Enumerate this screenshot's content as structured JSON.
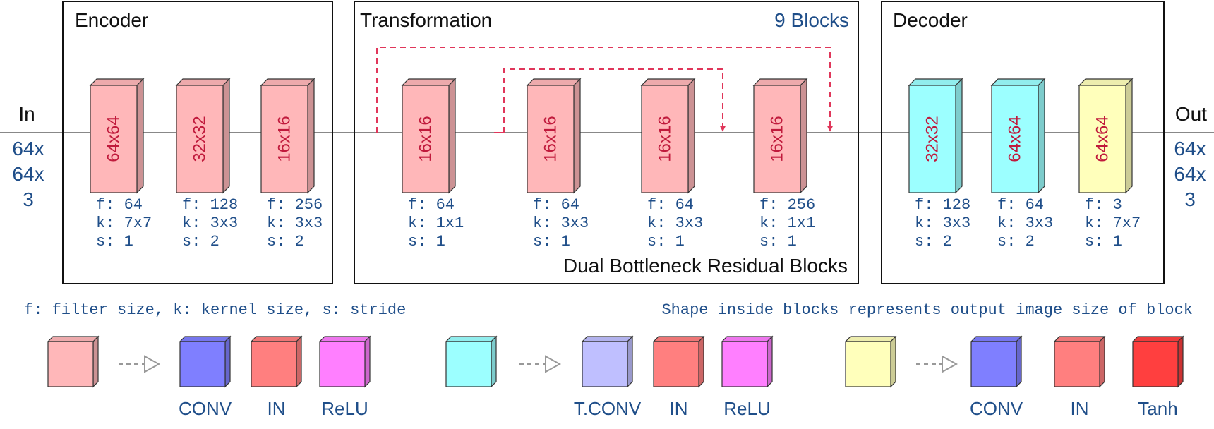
{
  "colors": {
    "pink": "#ffb7b9",
    "cyan": "#9cffff",
    "yellow": "#ffffbb",
    "conv": "#7f7fff",
    "tconv": "#bfbfff",
    "in": "#ff7f7f",
    "relu": "#ff7fff",
    "tanh": "#ff3f3f",
    "dim_text": "#c01a3c",
    "skip_line": "#e0365a",
    "blue_text": "#1f4e89"
  },
  "io": {
    "input_label": "In",
    "input_shape": [
      "64x",
      "64x",
      "3"
    ],
    "output_label": "Out",
    "output_shape": [
      "64x",
      "64x",
      "3"
    ]
  },
  "sections": {
    "encoder": {
      "title": "Encoder",
      "blocks": [
        {
          "dim": "64x64",
          "color": "pink",
          "f": "f: 64",
          "k": "k: 7x7",
          "s": "s: 1"
        },
        {
          "dim": "32x32",
          "color": "pink",
          "f": "f: 128",
          "k": "k: 3x3",
          "s": "s: 2"
        },
        {
          "dim": "16x16",
          "color": "pink",
          "f": "f: 256",
          "k": "k: 3x3",
          "s": "s: 2"
        }
      ]
    },
    "transformation": {
      "title": "Transformation",
      "count": "9 Blocks",
      "caption": "Dual Bottleneck Residual Blocks",
      "blocks": [
        {
          "dim": "16x16",
          "color": "pink",
          "f": "f: 64",
          "k": "k: 1x1",
          "s": "s: 1"
        },
        {
          "dim": "16x16",
          "color": "pink",
          "f": "f: 64",
          "k": "k: 3x3",
          "s": "s: 1"
        },
        {
          "dim": "16x16",
          "color": "pink",
          "f": "f: 64",
          "k": "k: 3x3",
          "s": "s: 1"
        },
        {
          "dim": "16x16",
          "color": "pink",
          "f": "f: 256",
          "k": "k: 1x1",
          "s": "s: 1"
        }
      ]
    },
    "decoder": {
      "title": "Decoder",
      "blocks": [
        {
          "dim": "32x32",
          "color": "cyan",
          "f": "f: 128",
          "k": "k: 3x3",
          "s": "s: 2"
        },
        {
          "dim": "64x64",
          "color": "cyan",
          "f": "f: 64",
          "k": "k: 3x3",
          "s": "s: 2"
        },
        {
          "dim": "64x64",
          "color": "yellow",
          "f": "f: 3",
          "k": "k: 7x7",
          "s": "s: 1"
        }
      ]
    }
  },
  "notes": {
    "left": "f: filter size, k: kernel size, s: stride",
    "right": "Shape inside blocks represents output image size of block"
  },
  "legend": [
    {
      "source": "pink",
      "parts": [
        {
          "label": "CONV",
          "color": "conv"
        },
        {
          "label": "IN",
          "color": "in"
        },
        {
          "label": "ReLU",
          "color": "relu"
        }
      ]
    },
    {
      "source": "cyan",
      "parts": [
        {
          "label": "T.CONV",
          "color": "tconv"
        },
        {
          "label": "IN",
          "color": "in"
        },
        {
          "label": "ReLU",
          "color": "relu"
        }
      ]
    },
    {
      "source": "yellow",
      "parts": [
        {
          "label": "CONV",
          "color": "conv"
        },
        {
          "label": "IN",
          "color": "in"
        },
        {
          "label": "Tanh",
          "color": "tanh"
        }
      ]
    }
  ]
}
